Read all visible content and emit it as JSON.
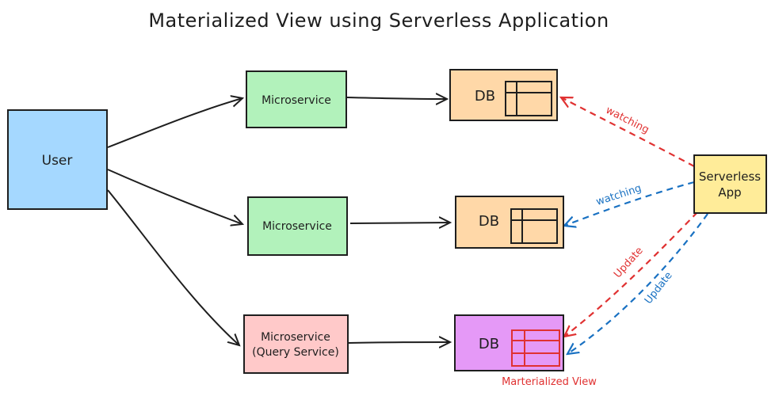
{
  "title": "Materialized View using Serverless Application",
  "colors": {
    "stroke": "#1e1e1e",
    "user_fill": "#a5d8ff",
    "microservice_fill": "#b2f2bb",
    "query_service_fill": "#ffc9c9",
    "db_fill": "#ffd8a8",
    "db_view_fill": "#e599f7",
    "serverless_fill": "#ffec99",
    "red": "#e03131",
    "blue": "#1971c2"
  },
  "nodes": {
    "user": "User",
    "microservice_1": "Microservice",
    "microservice_2": "Microservice",
    "query_service": [
      "Microservice",
      "(Query Service)"
    ],
    "db_1": "DB",
    "db_2": "DB",
    "db_3": "DB",
    "serverless_app": [
      "Serverless",
      "App"
    ]
  },
  "edges": {
    "watching_red": "watching",
    "watching_blue": "watching",
    "update_red": "Update",
    "update_blue": "Update"
  },
  "annotations": {
    "materialized_view": "Marterialized View"
  }
}
